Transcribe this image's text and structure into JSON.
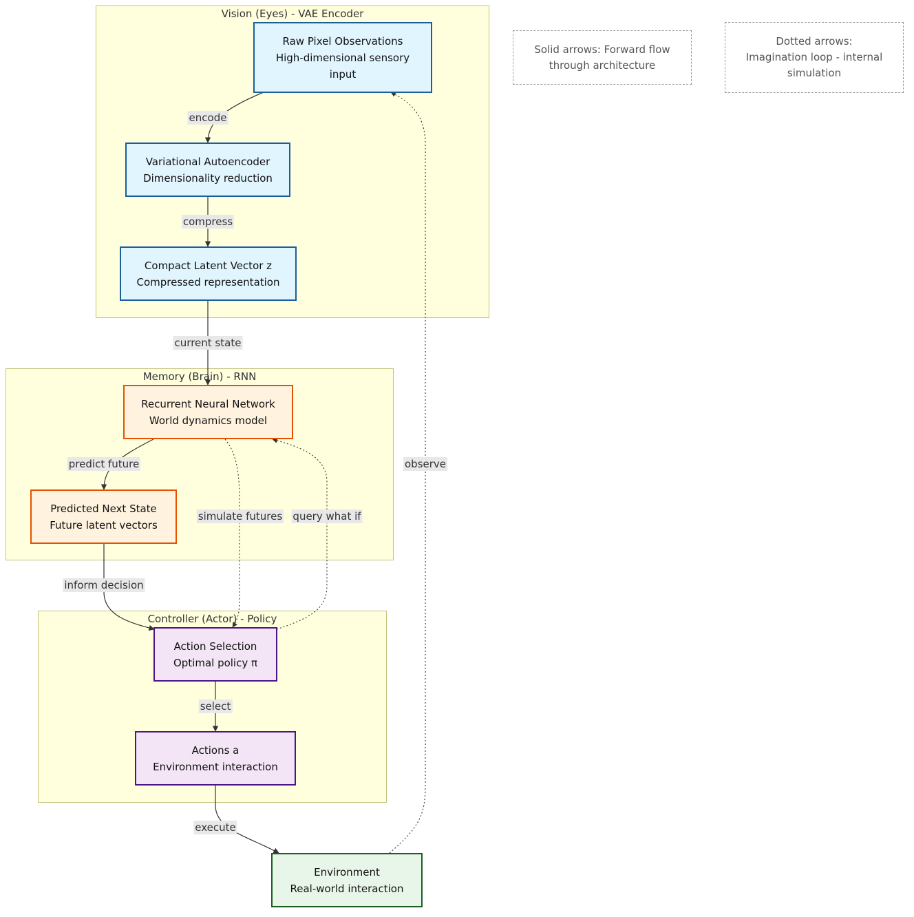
{
  "clusters": {
    "vision": "Vision (Eyes) - VAE Encoder",
    "memory": "Memory (Brain) - RNN",
    "controller": "Controller (Actor) - Policy"
  },
  "nodes": {
    "raw_pixels": {
      "line1": "Raw Pixel Observations",
      "line2": "High-dimensional sensory",
      "line3": "input"
    },
    "vae": {
      "line1": "Variational Autoencoder",
      "line2": "Dimensionality reduction"
    },
    "latent": {
      "line1": "Compact Latent Vector z",
      "line2": "Compressed representation"
    },
    "rnn": {
      "line1": "Recurrent Neural Network",
      "line2": "World dynamics model"
    },
    "predicted": {
      "line1": "Predicted Next State",
      "line2": "Future latent vectors"
    },
    "action_selection": {
      "line1": "Action Selection",
      "line2": "Optimal policy π"
    },
    "actions": {
      "line1": "Actions a",
      "line2": "Environment interaction"
    },
    "environment": {
      "line1": "Environment",
      "line2": "Real-world interaction"
    }
  },
  "notes": {
    "solid": {
      "line1": "Solid arrows: Forward flow",
      "line2": "through architecture"
    },
    "dotted": {
      "line1": "Dotted arrows:",
      "line2": "Imagination loop - internal",
      "line3": "simulation"
    }
  },
  "edge_labels": {
    "encode": "encode",
    "compress": "compress",
    "current_state": "current state",
    "predict_future": "predict future",
    "simulate_futures": "simulate futures",
    "query_what_if": "query what if",
    "inform_decision": "inform decision",
    "select": "select",
    "execute": "execute",
    "observe": "observe"
  }
}
